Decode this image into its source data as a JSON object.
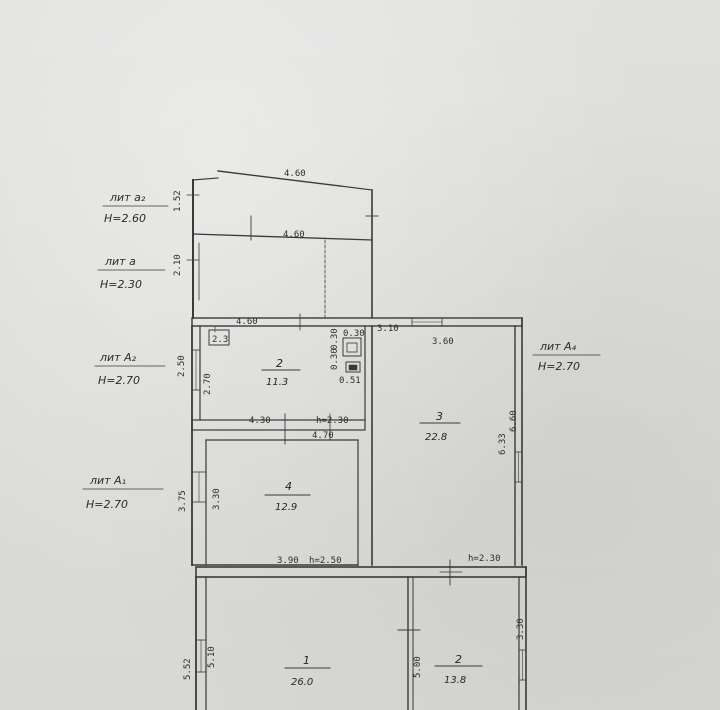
{
  "labels": {
    "lit_a2": "лит а₂",
    "h_a2": "Н=2.60",
    "lit_a": "лит а",
    "h_a": "Н=2.30",
    "lit_A2": "лит А₂",
    "h_A2": "Н=2.70",
    "lit_A1": "лит А₁",
    "h_A1": "Н=2.70",
    "lit_A4": "лит А₄",
    "h_A4": "Н=2.70"
  },
  "dimensions": {
    "top_460_a": "4.60",
    "top_460_b": "4.60",
    "v_152": "1.52",
    "v_210": "2.10",
    "d_460_c": "4.60",
    "d_310": "3.10",
    "d_360": "3.60",
    "v_250": "2.50",
    "v_270": "2.70",
    "d_430": "4.30",
    "h_230": "h=2.30",
    "d_470": "4.70",
    "v_633": "6.33",
    "v_660": "6.60",
    "v_375": "3.75",
    "v_330": "3.30",
    "d_390": "3.90",
    "h_250": "h=2.50",
    "h_230_b": "h=2.30",
    "v_552": "5.52",
    "v_510": "5.10",
    "v_500": "5.00",
    "v_330_b": "3.30",
    "oven_small_a": "0.30",
    "oven_small_b": "0.51",
    "oven_small_c": "0.30",
    "oven_small_d": "0.30",
    "stove_box": "2.3"
  },
  "rooms": [
    {
      "number": "2",
      "area": "11.3"
    },
    {
      "number": "3",
      "area": "22.8"
    },
    {
      "number": "4",
      "area": "12.9"
    },
    {
      "number": "1",
      "area": "26.0"
    },
    {
      "number": "2",
      "area": "13.8"
    }
  ]
}
